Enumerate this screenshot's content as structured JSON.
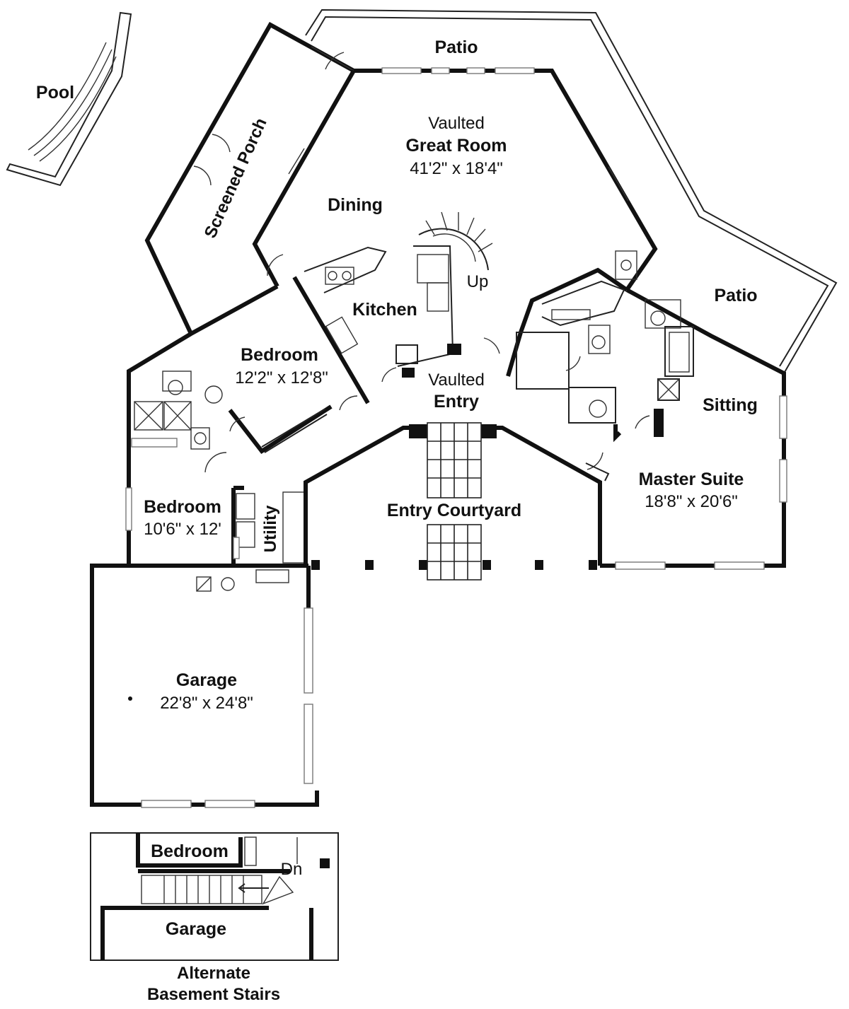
{
  "labels": {
    "patio_top": "Patio",
    "pool": "Pool",
    "screened_porch": "Screened Porch",
    "great_room_vaulted": "Vaulted",
    "great_room_name": "Great Room",
    "great_room_size": "41'2\" x 18'4\"",
    "dining": "Dining",
    "up": "Up",
    "kitchen": "Kitchen",
    "patio_right": "Patio",
    "bedroom_1_name": "Bedroom",
    "bedroom_1_size": "12'2\" x 12'8\"",
    "entry_vaulted": "Vaulted",
    "entry_name": "Entry",
    "sitting": "Sitting",
    "master_name": "Master Suite",
    "master_size": "18'8\" x 20'6\"",
    "bedroom_2_name": "Bedroom",
    "bedroom_2_size": "10'6\" x 12'",
    "utility": "Utility",
    "entry_courtyard": "Entry Courtyard",
    "garage_name": "Garage",
    "garage_size": "22'8\" x 24'8\"",
    "alt_bedroom": "Bedroom",
    "alt_dn": "Dn",
    "alt_garage": "Garage",
    "caption_line1": "Alternate",
    "caption_line2": "Basement Stairs"
  },
  "colors": {
    "wall": "#111111",
    "background": "#ffffff"
  }
}
